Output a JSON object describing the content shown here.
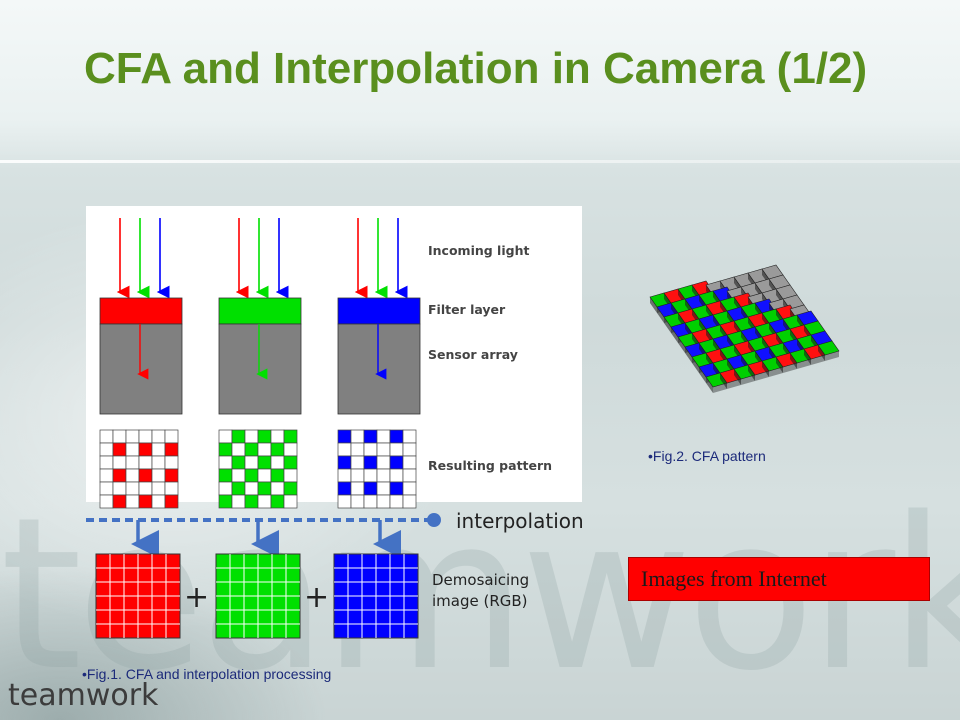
{
  "slide": {
    "title": "CFA and Interpolation in Camera (1/2)",
    "watermark": "teamwork",
    "logo": "teamwork"
  },
  "fig1": {
    "labels": {
      "incoming": "Incoming light",
      "filter": "Filter layer",
      "sensor": "Sensor array",
      "pattern": "Resulting pattern",
      "interpolation": "interpolation",
      "demosaic_line1": "Demosaicing",
      "demosaic_line2": "image (RGB)",
      "plus": "+"
    },
    "caption": "•Fig.1. CFA and interpolation processing",
    "colors": {
      "red": "#ff0000",
      "green": "#00e000",
      "blue": "#0000ff",
      "gray": "#808080",
      "dashed": "#4472c4"
    }
  },
  "fig2": {
    "caption": "•Fig.2. CFA  pattern"
  },
  "source_note": {
    "text": "Images from Internet",
    "bg": "#ff0000"
  }
}
